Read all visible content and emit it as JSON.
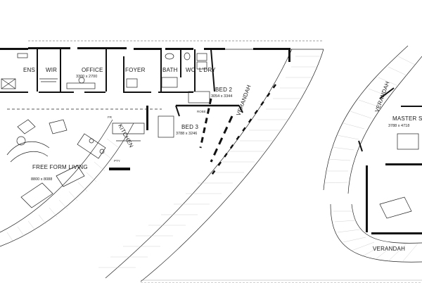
{
  "rooms": {
    "ens": "ENS",
    "wir": "WIR",
    "office": {
      "name": "OFFICE",
      "size": "3300 x 2700"
    },
    "foyer": "FOYER",
    "bath": "BATH",
    "wc": "WC",
    "ldry": "L'DRY",
    "bed2": {
      "name": "BED 2",
      "size": "3054 x 3344"
    },
    "bed3": {
      "name": "BED 3",
      "size": "3788 x 3246"
    },
    "master": {
      "name": "MASTER SUITE",
      "size": "3788 x 4718"
    },
    "living": {
      "name": "FREE FORM LIVING",
      "size": "8800 x 8088"
    },
    "kitchen": "KITCHEN",
    "verandah_diag_1": "VERANDAH",
    "verandah_diag_2": "VERANDAH",
    "verandah_bottom": "VERANDAH"
  },
  "tags": {
    "fr": "FR",
    "pty": "PTY",
    "robe": "ROBE"
  },
  "colors": {
    "wall": "#111111",
    "line": "#222222",
    "deck": "#bbbbbb",
    "background": "#ffffff"
  }
}
